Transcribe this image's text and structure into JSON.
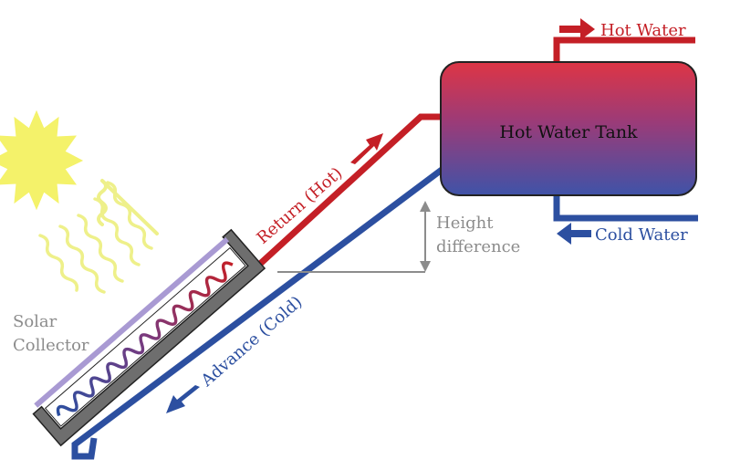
{
  "labels": {
    "tank": "Hot Water Tank",
    "hot_water": "Hot Water",
    "cold_water": "Cold Water",
    "return_pipe": "Return (Hot)",
    "advance_pipe": "Advance (Cold)",
    "height_line1": "Height",
    "height_line2": "difference",
    "collector_line1": "Solar",
    "collector_line2": "Collector"
  },
  "colors": {
    "hot": "#c41f26",
    "cold": "#2c4fa0",
    "gray_label": "#8c8c8c",
    "collector_frame": "#6e6e6e",
    "collector_glass": "#a99ad3",
    "sun": "#f4f26a",
    "heat_waves": "#eef08a",
    "tank_top": "#de3545",
    "tank_bottom": "#3f53a8"
  },
  "icons": {
    "sun": "sun-icon",
    "heat": "heat-wave-icon",
    "flow": "arrow-icon"
  }
}
